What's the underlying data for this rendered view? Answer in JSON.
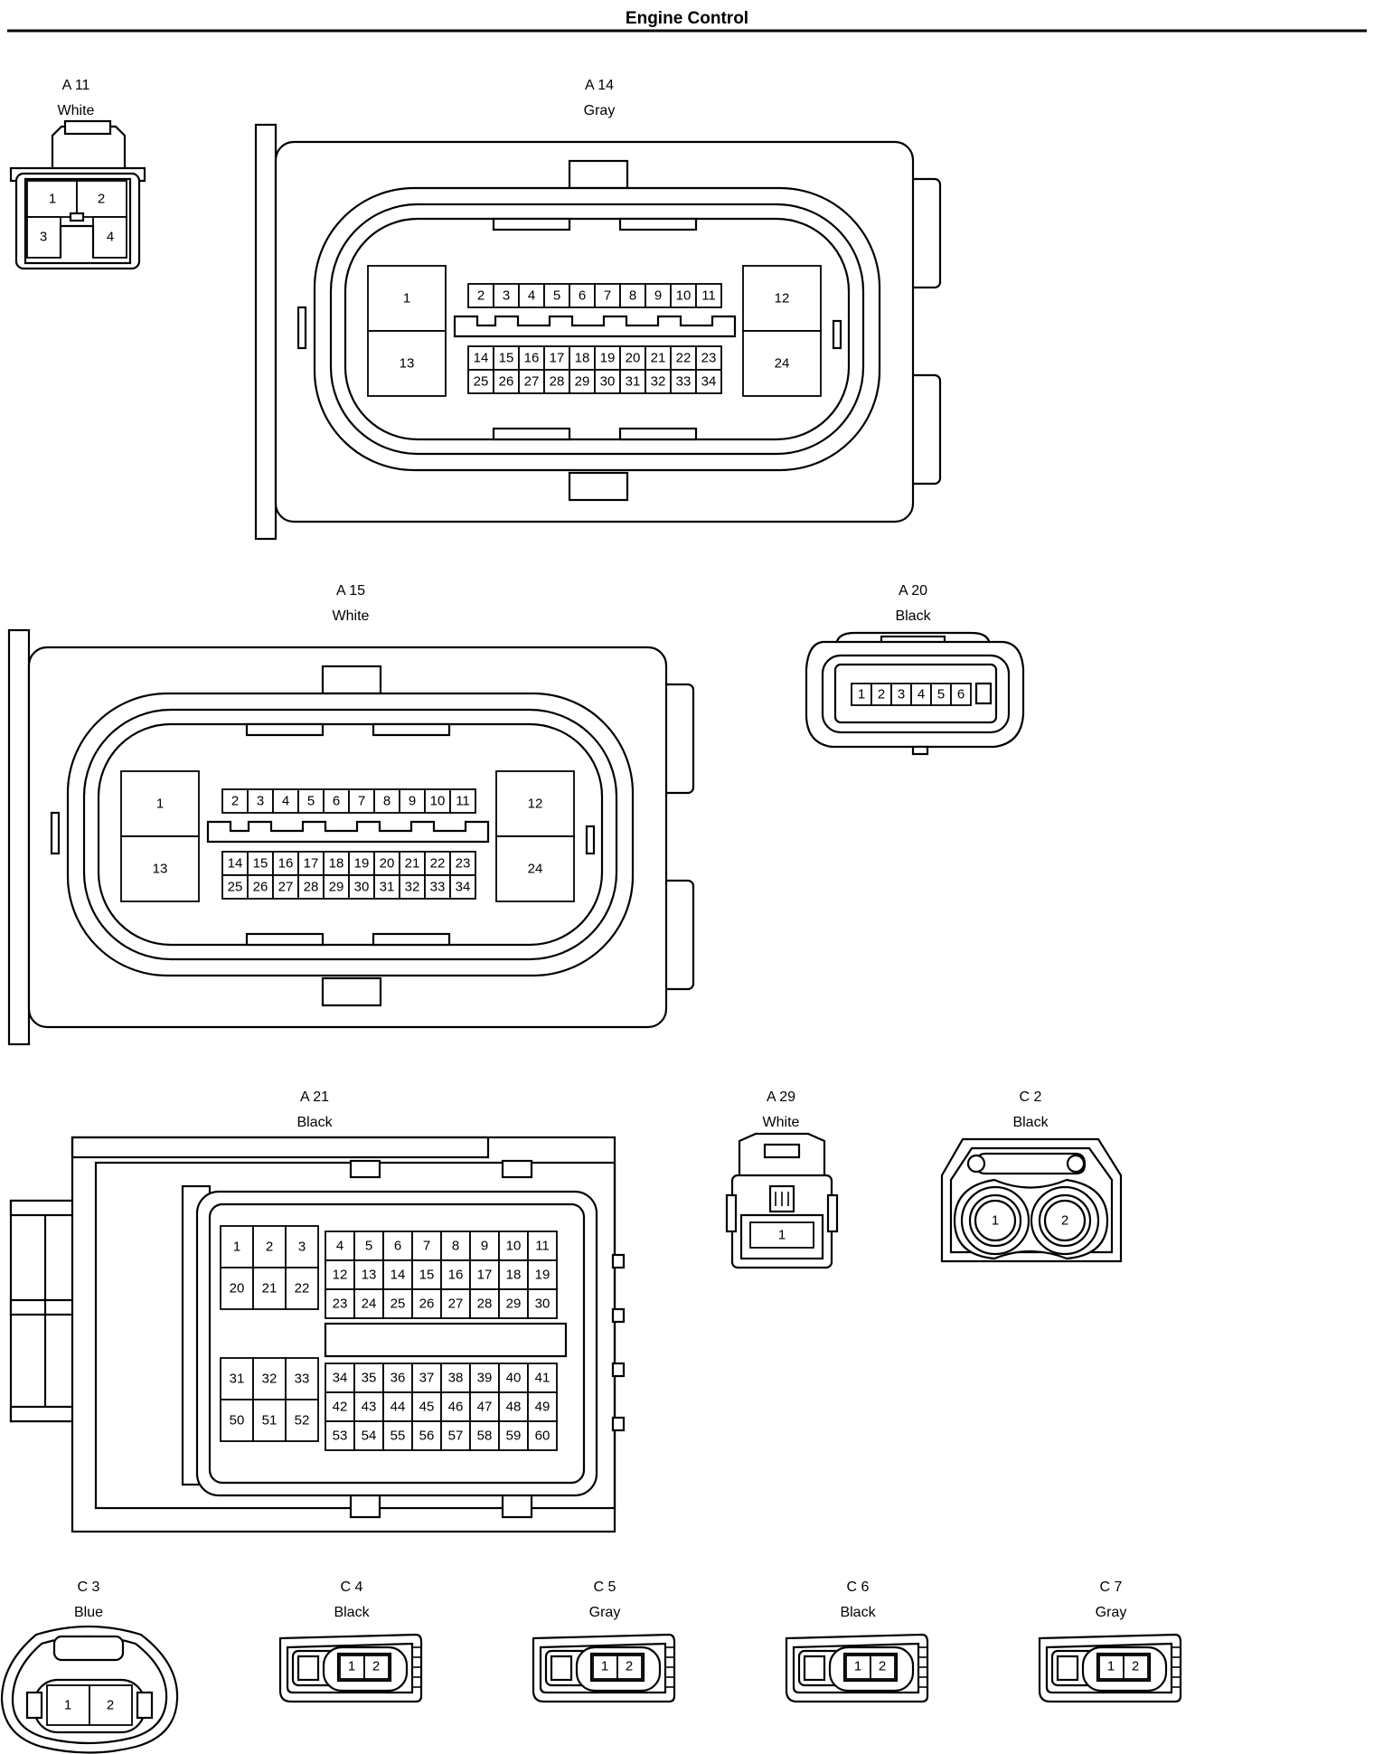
{
  "title": "Engine Control",
  "connectors": {
    "A11": {
      "id": "A 11",
      "color": "White",
      "pins": [
        "1",
        "2",
        "3",
        "4"
      ]
    },
    "A14": {
      "id": "A 14",
      "color": "Gray",
      "big": [
        "1",
        "13",
        "12",
        "24"
      ],
      "row1": [
        "2",
        "3",
        "4",
        "5",
        "6",
        "7",
        "8",
        "9",
        "10",
        "11"
      ],
      "row2": [
        "14",
        "15",
        "16",
        "17",
        "18",
        "19",
        "20",
        "21",
        "22",
        "23"
      ],
      "row3": [
        "25",
        "26",
        "27",
        "28",
        "29",
        "30",
        "31",
        "32",
        "33",
        "34"
      ]
    },
    "A15": {
      "id": "A 15",
      "color": "White",
      "big": [
        "1",
        "13",
        "12",
        "24"
      ],
      "row1": [
        "2",
        "3",
        "4",
        "5",
        "6",
        "7",
        "8",
        "9",
        "10",
        "11"
      ],
      "row2": [
        "14",
        "15",
        "16",
        "17",
        "18",
        "19",
        "20",
        "21",
        "22",
        "23"
      ],
      "row3": [
        "25",
        "26",
        "27",
        "28",
        "29",
        "30",
        "31",
        "32",
        "33",
        "34"
      ]
    },
    "A20": {
      "id": "A 20",
      "color": "Black",
      "pins": [
        "1",
        "2",
        "3",
        "4",
        "5",
        "6"
      ]
    },
    "A21": {
      "id": "A 21",
      "color": "Black",
      "leftTop": [
        [
          "1",
          "2",
          "3"
        ],
        [
          "20",
          "21",
          "22"
        ]
      ],
      "rightTop": [
        [
          "4",
          "5",
          "6",
          "7",
          "8",
          "9",
          "10",
          "11"
        ],
        [
          "12",
          "13",
          "14",
          "15",
          "16",
          "17",
          "18",
          "19"
        ],
        [
          "23",
          "24",
          "25",
          "26",
          "27",
          "28",
          "29",
          "30"
        ]
      ],
      "leftBottom": [
        [
          "31",
          "32",
          "33"
        ],
        [
          "50",
          "51",
          "52"
        ]
      ],
      "rightBottom": [
        [
          "34",
          "35",
          "36",
          "37",
          "38",
          "39",
          "40",
          "41"
        ],
        [
          "42",
          "43",
          "44",
          "45",
          "46",
          "47",
          "48",
          "49"
        ],
        [
          "53",
          "54",
          "55",
          "56",
          "57",
          "58",
          "59",
          "60"
        ]
      ]
    },
    "A29": {
      "id": "A 29",
      "color": "White",
      "pins": [
        "1"
      ]
    },
    "C2": {
      "id": "C 2",
      "color": "Black",
      "pins": [
        "1",
        "2"
      ]
    },
    "C3": {
      "id": "C 3",
      "color": "Blue",
      "pins": [
        "1",
        "2"
      ]
    },
    "C4": {
      "id": "C 4",
      "color": "Black",
      "pins": [
        "1",
        "2"
      ]
    },
    "C5": {
      "id": "C 5",
      "color": "Gray",
      "pins": [
        "1",
        "2"
      ]
    },
    "C6": {
      "id": "C 6",
      "color": "Black",
      "pins": [
        "1",
        "2"
      ]
    },
    "C7": {
      "id": "C 7",
      "color": "Gray",
      "pins": [
        "1",
        "2"
      ]
    }
  }
}
